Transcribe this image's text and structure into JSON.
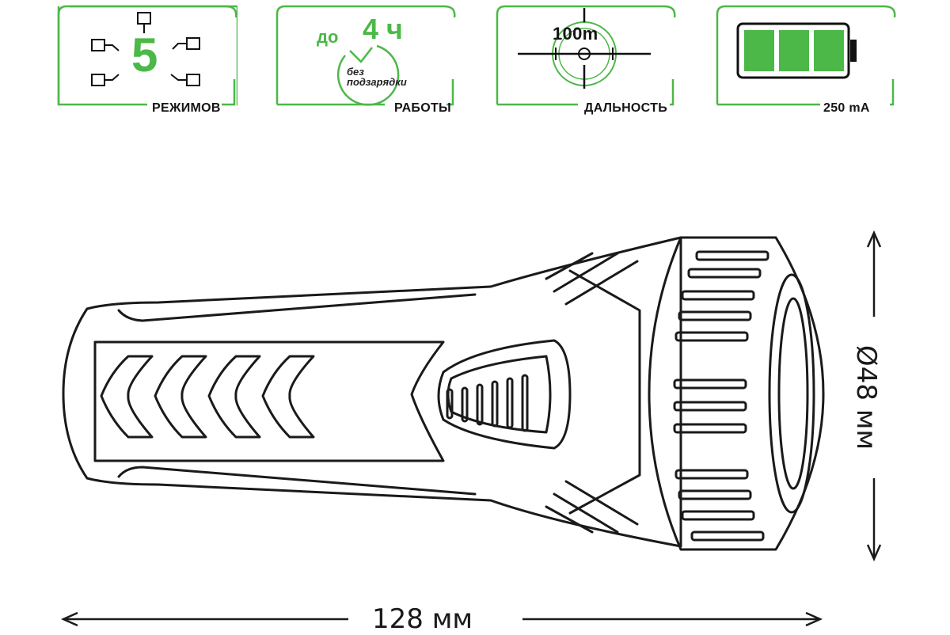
{
  "features": {
    "modes": {
      "value": "5",
      "label": "РЕЖИМОВ",
      "icon": "mode-switch-icon"
    },
    "runtime": {
      "prefix": "до",
      "value": "4 ч",
      "note_line1": "без",
      "note_line2": "подзарядки",
      "label": "РАБОТЫ",
      "icon": "clock-icon"
    },
    "range": {
      "value": "100m",
      "label": "ДАЛЬНОСТЬ",
      "icon": "crosshair-icon"
    },
    "battery": {
      "label": "250 mA",
      "icon": "battery-icon"
    }
  },
  "dimensions": {
    "length": "128 мм",
    "diameter": "Ø48 мм"
  },
  "colors": {
    "accent": "#4cb848",
    "line": "#1a1a1a"
  }
}
